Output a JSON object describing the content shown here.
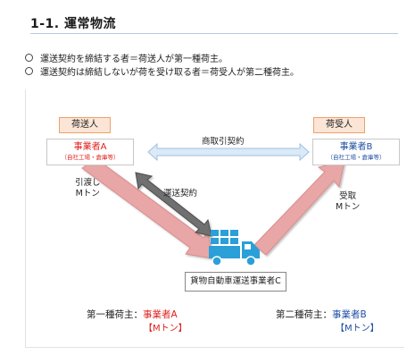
{
  "heading": "1-1. 運常物流",
  "bullets": [
    "運送契約を締結する者＝荷送人が第一種荷主。",
    "運送契約は締結しないが荷を受け取る者＝荷受人が第二種荷主。"
  ],
  "diagram": {
    "shipper_tag": "荷送人",
    "consignee_tag": "荷受人",
    "party_a": {
      "name": "事業者A",
      "sub": "（自社工場・倉庫等）"
    },
    "party_b": {
      "name": "事業者B",
      "sub": "（自社工場・倉庫等）"
    },
    "party_c": "貨物自動車運送事業者C",
    "trade_contract": "商取引契約",
    "transport_contract": "運送契約",
    "handover": [
      "引渡し",
      "Mトン"
    ],
    "receive": [
      "受取",
      "Mトン"
    ]
  },
  "footer": {
    "first_prefix": "第一種荷主：",
    "first_name": "事業者A",
    "first_ton": "【Mトン】",
    "second_prefix": "第二種荷主：",
    "second_name": "事業者B",
    "second_ton": "【Mトン】"
  },
  "colors": {
    "red": "#e0201b",
    "blue": "#1f4ea3",
    "tag_fill": "#fbe5d6",
    "tag_border": "#f0a06a",
    "arrow_pink": "#e8a6a6",
    "arrow_lightblue": "#dbeaf7",
    "arrow_gray": "#6f6f6f",
    "truck": "#2a9fd8"
  },
  "icons": [
    "truck-icon"
  ]
}
